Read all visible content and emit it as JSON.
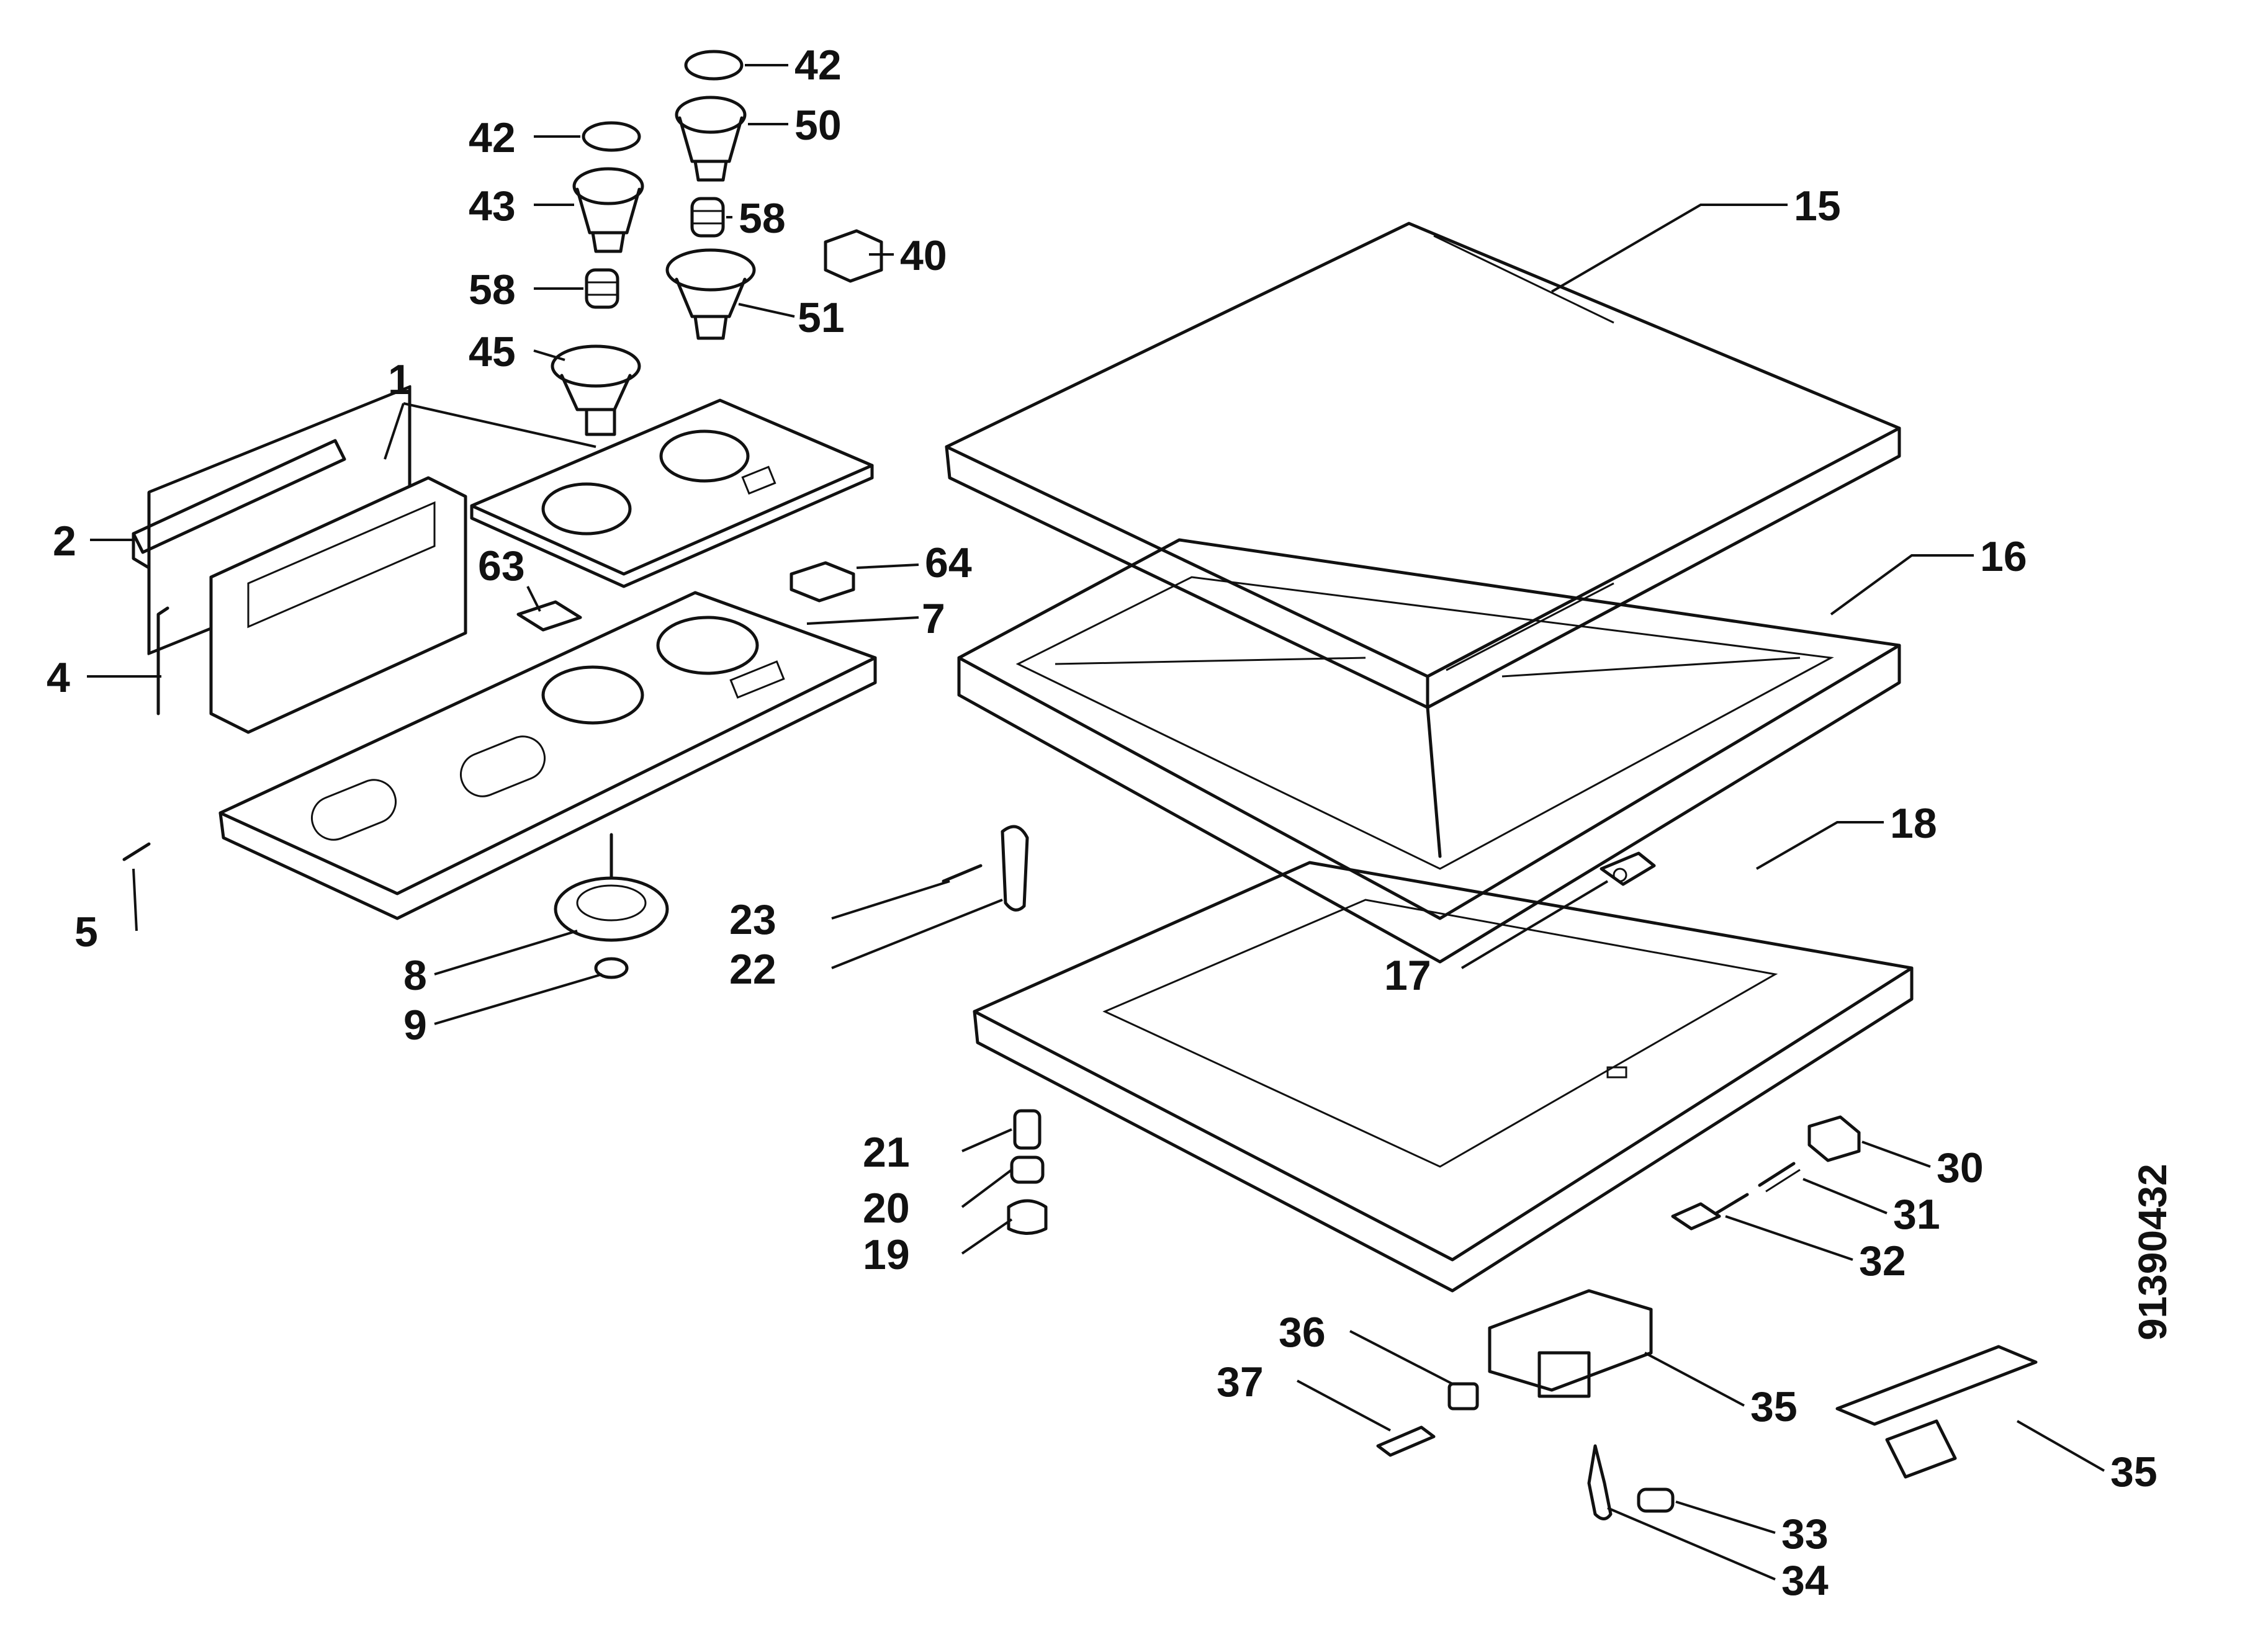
{
  "diagram": {
    "type": "exploded parts diagram",
    "document_number": "91390432",
    "callouts": {
      "c1": "1",
      "c2": "2",
      "c4": "4",
      "c5": "5",
      "c7": "7",
      "c8": "8",
      "c9": "9",
      "c15": "15",
      "c16": "16",
      "c17": "17",
      "c18": "18",
      "c19": "19",
      "c20": "20",
      "c21": "21",
      "c22": "22",
      "c23": "23",
      "c30": "30",
      "c31": "31",
      "c32": "32",
      "c33": "33",
      "c34": "34",
      "c35a": "35",
      "c35b": "35",
      "c36": "36",
      "c37": "37",
      "c40": "40",
      "c42a": "42",
      "c42b": "42",
      "c43": "43",
      "c45": "45",
      "c50": "50",
      "c51": "51",
      "c58a": "58",
      "c58b": "58",
      "c63": "63",
      "c64": "64"
    }
  }
}
